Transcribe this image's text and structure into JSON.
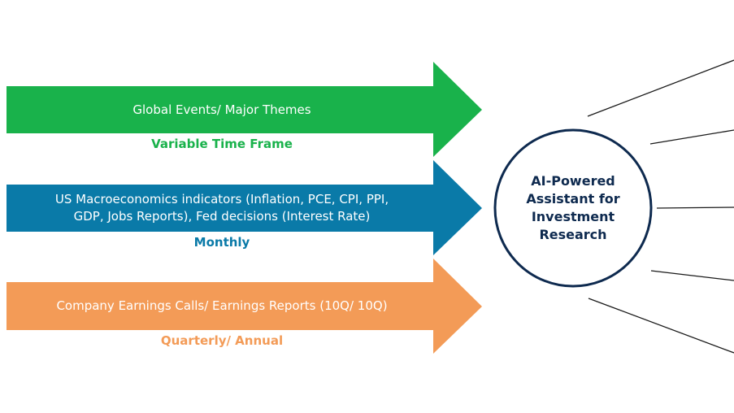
{
  "arrows": [
    {
      "label": "Global Events/ Major Themes",
      "frequency": "Variable Time Frame",
      "color": "#19b24b",
      "frequency_color": "#19b24b"
    },
    {
      "label": "US Macroeconomics indicators (Inflation, PCE, CPI, PPI, GDP, Jobs Reports), Fed decisions (Interest Rate)",
      "frequency": "Monthly",
      "color": "#0a7aa8",
      "frequency_color": "#0a7aa8"
    },
    {
      "label": "Company Earnings Calls/ Earnings Reports (10Q/ 10Q)",
      "frequency": "Quarterly/ Annual",
      "color": "#f39b57",
      "frequency_color": "#f39b57"
    }
  ],
  "hub": {
    "label": "AI-Powered Assistant for Investment Research",
    "border_color": "#0e2a4f"
  },
  "connector_color": "#1a1a1a"
}
